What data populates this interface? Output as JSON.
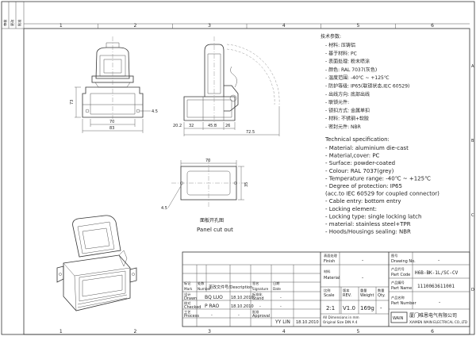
{
  "frame": {
    "columns": [
      "1",
      "2",
      "3",
      "4",
      "5",
      "6"
    ],
    "rows": [
      "A",
      "B",
      "C",
      "D"
    ]
  },
  "dims_front": {
    "w_inner": "70",
    "w_outer": "83",
    "h": "73",
    "hole": "4.5"
  },
  "dims_side": {
    "d1": "20.2",
    "d2": "32",
    "d3": "45.8",
    "d4": "26",
    "d5": "72.5"
  },
  "dims_panel": {
    "w": "70",
    "h": "35",
    "hole": "4.5"
  },
  "panel_caption": {
    "cn": "面板开孔图",
    "en": "Panel cut out"
  },
  "spec_cn": {
    "title": "技术参数:",
    "lines": [
      "- 材料: 压铸铝",
      "- 基于材料: PC",
      "- 表面处理: 粉末喷涂",
      "- 颜色: RAL 7037(灰色)",
      "- 温度范围: -40℃ ~ +125℃",
      "- 防护等级: IP65(联锁状态,IEC 60529)",
      "- 出线方向: 底部出线",
      "- 联锁元件:",
      "    - 锁扣方式: 金属单扣",
      "    - 材料: 不锈钢+软胶",
      "- 密封元件: NBR"
    ]
  },
  "spec_en": {
    "title": "Technical specification:",
    "lines": [
      "- Material: aluminium die-cast",
      "- Material,cover: PC",
      "- Surface: powder-coated",
      "- Colour: RAL 7037(grey)",
      "- Temperature range: -40℃ ~ +125℃",
      "- Degree of protection: IP65",
      "  (acc.to IEC 60529 for coupled connector)",
      "- Cable entry: bottom entry",
      "- Locking element:",
      "    - Locking type: single locking latch",
      "    - material: stainless steel+TPR",
      "- Hoods/Housings sealing: NBR"
    ]
  },
  "side_labels": [
    "审核",
    "更改",
    "批准"
  ],
  "title_block": {
    "rev_headers": {
      "mark": "标记\nMark",
      "number": "处数\nNumber",
      "desc": "更改文件号/Description",
      "sig": "签名\nSignature",
      "date": "日期\nDate"
    },
    "drawn": {
      "label_cn": "设计",
      "label_en": "Drawn",
      "name": "BQ LUO",
      "date": "18.10.2010"
    },
    "checked": {
      "label_cn": "校对",
      "label_en": "Checked",
      "name": "P RAO",
      "date": "18.10.2010"
    },
    "process": {
      "label_cn": "工艺",
      "label_en": "Process",
      "name": "-",
      "date": "-"
    },
    "stand": {
      "label_cn": "标准化",
      "label_en": "Stand"
    },
    "approval": {
      "label_cn": "批准",
      "label_en": "Approval",
      "name": "YY LIN",
      "date": "18.10.2010"
    },
    "finish": {
      "label_cn": "表面处理",
      "label_en": "Finish",
      "value": "-"
    },
    "material": {
      "label_cn": "材料",
      "label_en": "Material",
      "value": "-"
    },
    "scale": {
      "label_cn": "比例",
      "label_en": "Scale",
      "value": "2:1"
    },
    "rev": {
      "label_cn": "版本",
      "label_en": "REV.",
      "value": "V1.0"
    },
    "weight": {
      "label_cn": "重量",
      "label_en": "Weight",
      "value": "169g"
    },
    "qty": {
      "label_cn": "数量",
      "label_en": "Qty.",
      "value": "-"
    },
    "drawing_no": {
      "label_cn": "图号",
      "label_en": "Drawing No.",
      "value": "-"
    },
    "part_code": {
      "label_cn": "产品代号",
      "label_en": "Part Code",
      "value": "H6B-BK-1L/SC-CV"
    },
    "part_name": {
      "label_cn": "产品编号",
      "label_en": "Part Name",
      "value": "1110063611001"
    },
    "part_number": {
      "label_cn": "产品名称",
      "label_en": "Part Number",
      "value": "-"
    },
    "units_note": "All Dimensions in mm\nOriginal Size DIN A 4",
    "company_cn": "厦门唯恩电气有限公司",
    "company_en": "XIAMEN WAIN ELECTRICAL CO.,LTD",
    "logo": "WAIN"
  }
}
